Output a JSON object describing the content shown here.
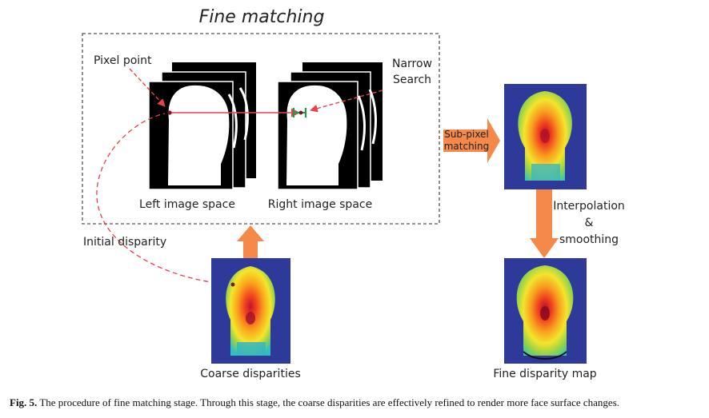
{
  "title": "Fine matching",
  "labels": {
    "pixel_point": "Pixel point",
    "narrow_line1": "Narrow",
    "narrow_line2": "Search",
    "left_image": "Left image space",
    "right_image": "Right image space",
    "initial_disparity": "Initial disparity",
    "coarse": "Coarse disparities",
    "subpixel_line1": "Sub-pixel",
    "subpixel_line2": "matching",
    "interp_line1": "Interpolation",
    "interp_line2": "&",
    "interp_line3": "smoothing",
    "fine_map": "Fine disparity map"
  },
  "caption": {
    "label": "Fig. 5.",
    "text": "The procedure of fine matching stage. Through this stage, the coarse disparities are effectively refined to render more face surface changes."
  },
  "colors": {
    "arrow_orange": "#f4894a",
    "annotation_red": "#e8424a",
    "map_background": "#2e3a9a",
    "search_green": "#1e9a4a"
  }
}
